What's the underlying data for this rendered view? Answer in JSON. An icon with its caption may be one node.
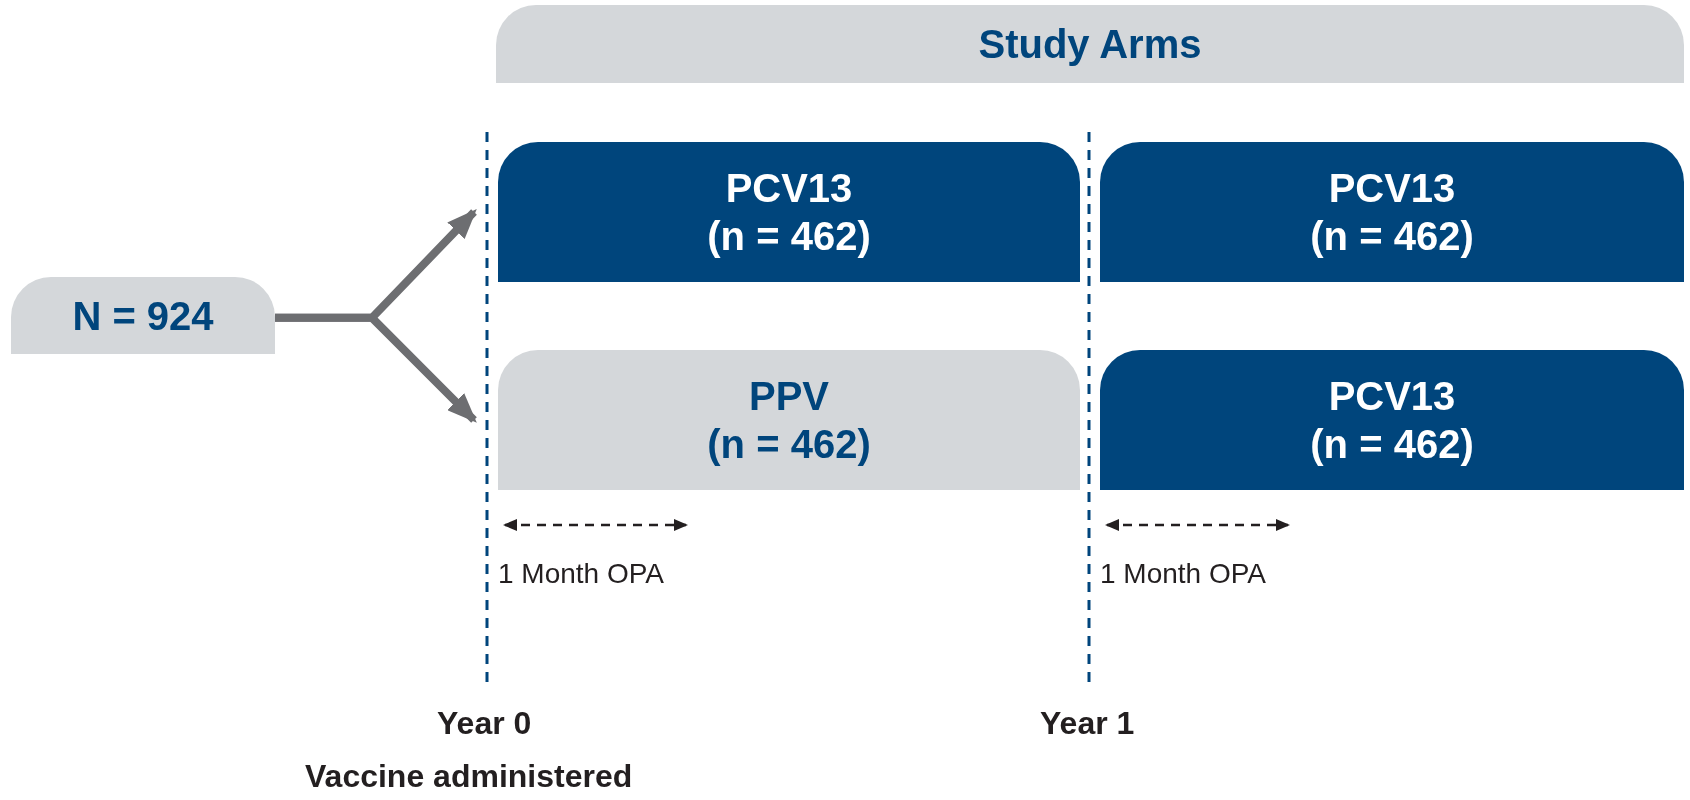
{
  "diagram": {
    "nodes": [
      {
        "text": [
          "Study Arms"
        ]
      },
      {
        "text": [
          "N = 924"
        ]
      },
      {
        "text": [
          "PCV13",
          "(n = 462)"
        ]
      },
      {
        "text": [
          "PPV",
          "(n = 462)"
        ]
      },
      {
        "text": [
          "PCV13",
          "(n = 462)"
        ]
      },
      {
        "text": [
          "PCV13",
          "(n = 462)"
        ]
      }
    ],
    "edges": [
      {
        "from": 1,
        "to": 2,
        "arrow": "to"
      },
      {
        "from": 1,
        "to": 3,
        "arrow": "to"
      }
    ],
    "labels": [
      "1 Month OPA",
      "1 Month OPA",
      "Year 0",
      "Year 1",
      "Vaccine administered"
    ]
  }
}
